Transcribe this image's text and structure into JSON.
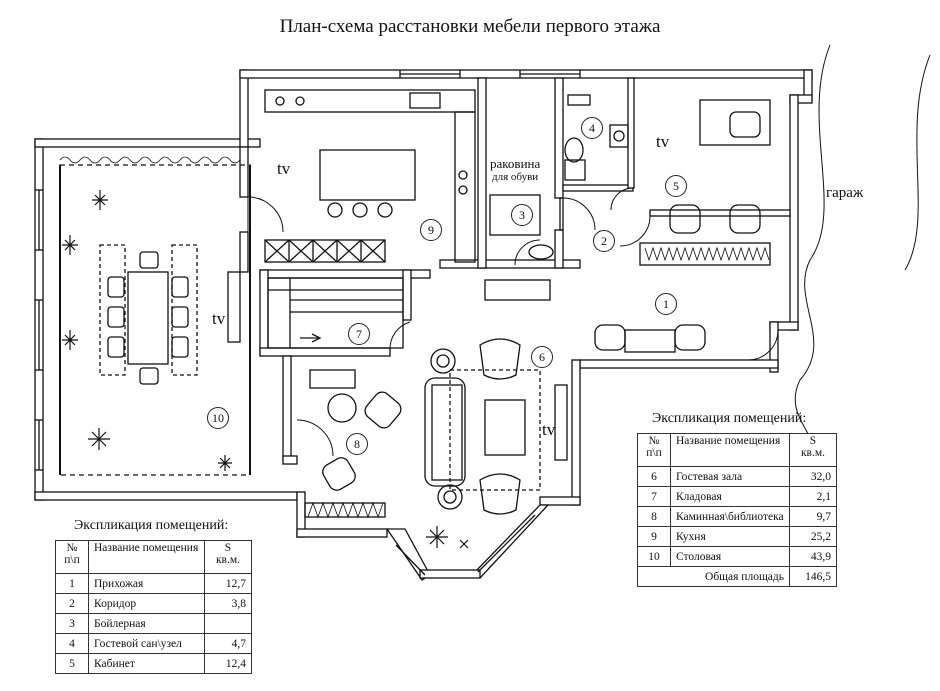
{
  "title": "План-схема расстановки мебели первого этажа",
  "labels": {
    "garage": "гараж",
    "sink": "раковина",
    "sink_sub": "для обуви",
    "tv": "tv"
  },
  "rooms": [
    "1",
    "2",
    "3",
    "4",
    "5",
    "6",
    "7",
    "8",
    "9",
    "10"
  ],
  "explication_left": {
    "title": "Экспликация помещений:",
    "header": {
      "no": "№",
      "no_sub": "п\\п",
      "name": "Название помещения",
      "s": "S",
      "s_sub": "кв.м."
    },
    "rows": [
      {
        "no": "1",
        "name": "Прихожая",
        "s": "12,7"
      },
      {
        "no": "2",
        "name": "Коридор",
        "s": "3,8"
      },
      {
        "no": "3",
        "name": "Бойлерная",
        "s": ""
      },
      {
        "no": "4",
        "name": "Гостевой сан\\узел",
        "s": "4,7"
      },
      {
        "no": "5",
        "name": "Кабинет",
        "s": "12,4"
      }
    ]
  },
  "explication_right": {
    "title": "Экспликация помещений:",
    "header": {
      "no": "№",
      "no_sub": "п\\п",
      "name": "Название помещения",
      "s": "S",
      "s_sub": "кв.м."
    },
    "rows": [
      {
        "no": "6",
        "name": "Гостевая зала",
        "s": "32,0"
      },
      {
        "no": "7",
        "name": "Кладовая",
        "s": "2,1"
      },
      {
        "no": "8",
        "name": "Каминная\\библиотека",
        "s": "9,7"
      },
      {
        "no": "9",
        "name": "Кухня",
        "s": "25,2"
      },
      {
        "no": "10",
        "name": "Столовая",
        "s": "43,9"
      }
    ],
    "total_label": "Общая площадь",
    "total_value": "146,5"
  }
}
